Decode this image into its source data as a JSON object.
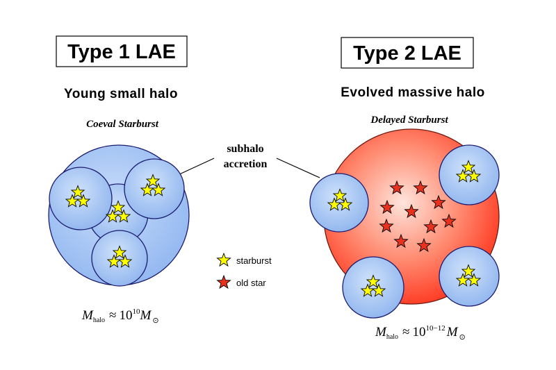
{
  "type1": {
    "title": "Type 1 LAE",
    "subtitle": "Young small halo",
    "mode": "Coeval Starburst",
    "mass": {
      "symbol": "M",
      "sub": "halo",
      "approx": "≈",
      "base": "10",
      "exp": "10",
      "sun": "M",
      "sun_sub": "⊙"
    }
  },
  "type2": {
    "title": "Type 2 LAE",
    "subtitle": "Evolved massive halo",
    "mode": "Delayed Starburst",
    "mass": {
      "symbol": "M",
      "sub": "halo",
      "approx": "≈",
      "base": "10",
      "exp": "10−12",
      "sun": "M",
      "sun_sub": "⊙"
    }
  },
  "connector": {
    "line1": "subhalo",
    "line2": "accretion"
  },
  "legend": [
    {
      "label": "starburst",
      "color": "#ffff00"
    },
    {
      "label": "old star",
      "color": "#e8321e"
    }
  ],
  "colors": {
    "blue_halo": "#a8c8f5",
    "blue_halo_edge": "#1e1e78",
    "red_halo": "#ff3c28",
    "red_halo_light": "#ffd8d0",
    "star_yellow": "#ffff00",
    "star_red": "#e8321e"
  }
}
